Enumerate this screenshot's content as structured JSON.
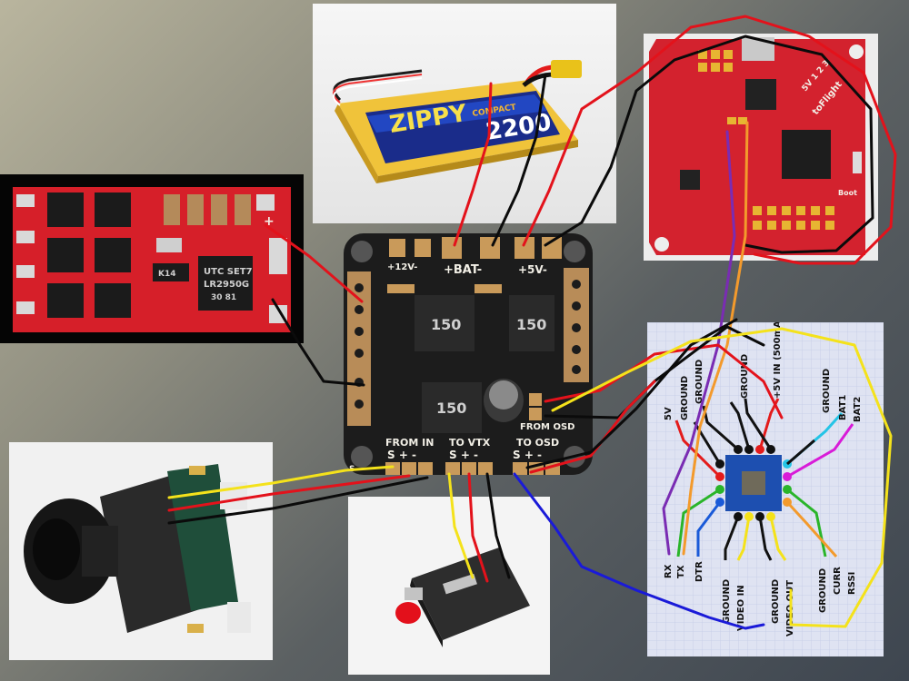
{
  "battery": {
    "brand": "ZIPPY",
    "series": "COMPACT",
    "capacity": "2200"
  },
  "power_board": {
    "label_12v": "+12V-",
    "label_bat": "+BAT-",
    "label_5v": "+5V-",
    "regulator_label": "150",
    "from_osd": "FROM\nOSD",
    "from_in": "FROM IN",
    "to_vtx": "TO VTX",
    "to_osd": "TO OSD",
    "pins_from_in": "S + -",
    "pins_to_vtx": "S + -",
    "pins_to_osd": "S + -",
    "side_label": "S"
  },
  "regulator_module": {
    "chip1": "UTC SET7",
    "chip2": "LR2950G",
    "chip3": "30 81",
    "diode": "K14"
  },
  "flight_controller": {
    "brand": "toFlight",
    "pads": "5V 1 2 3",
    "boot": "Boot"
  },
  "osd_board": {
    "labels_top": [
      "5V",
      "GROUND",
      "GROUND",
      "GROUND",
      "+5V IN (500mA)",
      "GROUND",
      "BAT1",
      "BAT2"
    ],
    "labels_bottom": [
      "RX",
      "TX",
      "DTR",
      "GROUND",
      "VIDEO IN",
      "GROUND",
      "VIDEO OUT",
      "GROUND",
      "CURR",
      "RSSI"
    ]
  },
  "colors": {
    "wire_red": "#e3121b",
    "wire_black": "#0b0b0b",
    "wire_yellow": "#f4e21b",
    "wire_orange": "#f39a2c",
    "wire_purple": "#7a2cb3",
    "wire_blue": "#1a1ad8",
    "pcb_red": "#d3222e",
    "pcb_black": "#1c1c1c"
  }
}
